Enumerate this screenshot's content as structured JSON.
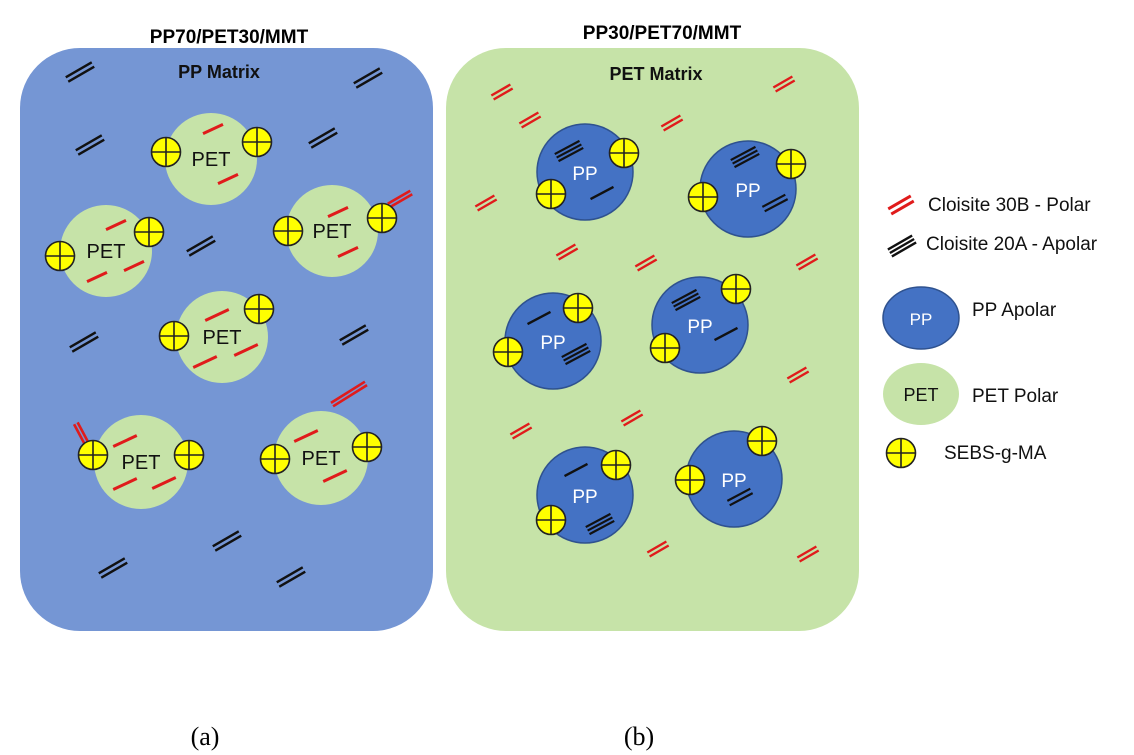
{
  "panels": [
    {
      "title": "PP70/PET30/MMT",
      "matrix_label": "PP Matrix",
      "caption": "(a)",
      "matrix_color": "#7596d4",
      "droplet_label": "PET"
    },
    {
      "title": "PP30/PET70/MMT",
      "matrix_label": "PET Matrix",
      "caption": "(b)",
      "matrix_color": "#c6e3a8",
      "droplet_label": "PP"
    }
  ],
  "legend": {
    "items": [
      {
        "label": "Cloisite 30B - Polar",
        "icon": "red-platelet-icon"
      },
      {
        "label": "Cloisite 20A - Apolar",
        "icon": "black-platelet-icon"
      },
      {
        "label": "PP Apolar",
        "icon": "pp-droplet-icon",
        "icon_text": "PP"
      },
      {
        "label": "PET Polar",
        "icon": "pet-droplet-icon",
        "icon_text": "PET"
      },
      {
        "label": "SEBS-g-MA",
        "icon": "compatibilizer-icon"
      }
    ]
  },
  "colors": {
    "pp": "#4472c4",
    "pet": "#c6e3a8",
    "polar_clay": "#e01b1b",
    "apolar_clay": "#111111",
    "compatibilizer": "#ffff00"
  }
}
